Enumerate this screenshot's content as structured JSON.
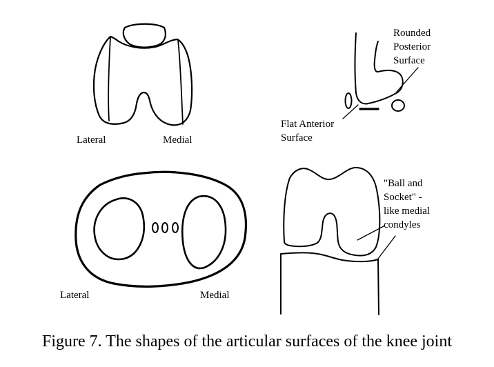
{
  "panels": {
    "femur_front": {
      "lateral": "Lateral",
      "medial": "Medial"
    },
    "side_view": {
      "posterior": [
        "Rounded",
        "Posterior",
        "Surface"
      ],
      "anterior": [
        "Flat Anterior",
        "Surface"
      ]
    },
    "tibial_plateau": {
      "lateral": "Lateral",
      "medial": "Medial"
    },
    "ball_socket": {
      "lines": [
        "\"Ball and",
        "Socket\" -",
        "like medial",
        "condyles"
      ]
    }
  },
  "caption": "Figure 7. The shapes of the articular surfaces of the knee joint"
}
